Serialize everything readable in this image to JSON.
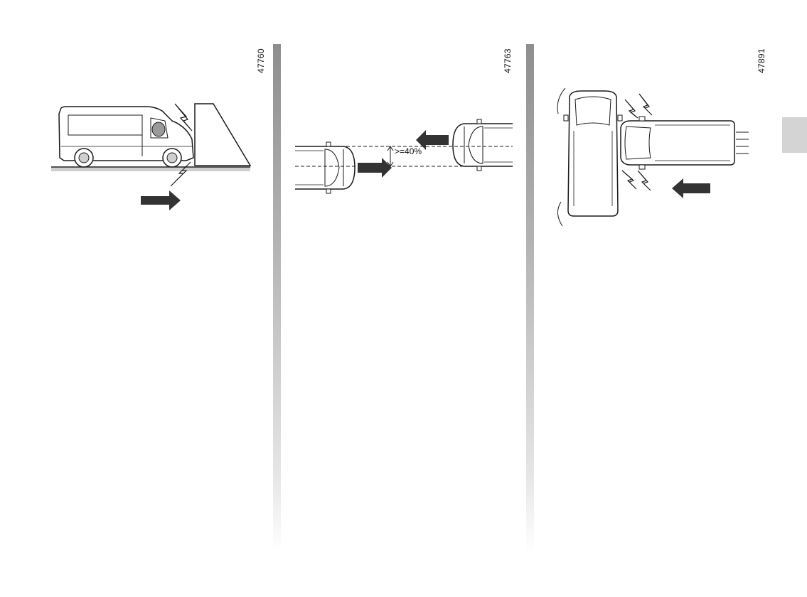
{
  "figures": [
    {
      "ref_code": "47760"
    },
    {
      "ref_code": "47763",
      "overlap_label": ">=40%"
    },
    {
      "ref_code": "47891"
    }
  ],
  "colors": {
    "divider": "#8e8e8e",
    "arrow": "#333333",
    "line": "#1a1a1a",
    "tab": "#d4d4d4"
  },
  "icons": [
    "frontal-crash-van-icon",
    "offset-crash-vans-icon",
    "side-impact-vans-icon"
  ]
}
